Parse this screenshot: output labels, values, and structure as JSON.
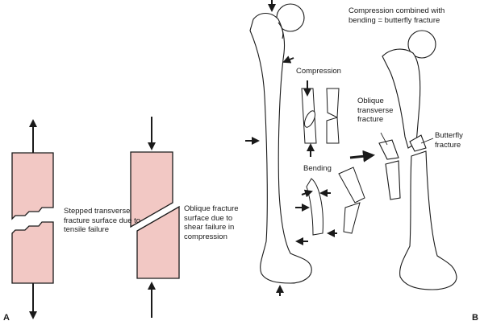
{
  "panels": {
    "a": "A",
    "b": "B"
  },
  "labels": {
    "stepped": "Stepped transverse fracture surface due to tensile failure",
    "oblique_shear": "Oblique fracture surface due to shear failure in compression",
    "compression_bending": "Compression combined with bending = butterfly fracture",
    "compression": "Compression",
    "bending": "Bending",
    "oblique_transverse": "Oblique transverse fracture",
    "butterfly": "Butterfly fracture"
  },
  "colors": {
    "block_fill": "#f2c8c4",
    "outline": "#1a1a1a",
    "bone_fill": "#ffffff"
  },
  "icons": [
    "arrow-icon"
  ]
}
